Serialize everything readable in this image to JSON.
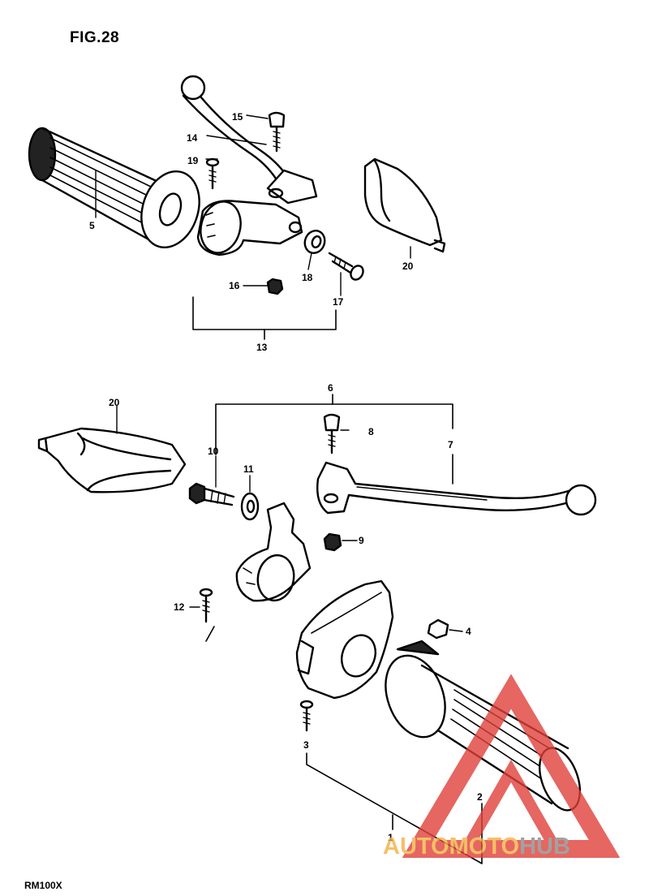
{
  "figure": {
    "title": "FIG.28",
    "model": "RM100X"
  },
  "callouts": {
    "c1": "1",
    "c2": "2",
    "c3": "3",
    "c4": "4",
    "c5": "5",
    "c6": "6",
    "c7": "7",
    "c8": "8",
    "c9": "9",
    "c10": "10",
    "c11": "11",
    "c12": "12",
    "c13": "13",
    "c14": "14",
    "c15": "15",
    "c16": "16",
    "c17": "17",
    "c18": "18",
    "c19": "19",
    "c20a": "20",
    "c20b": "20"
  },
  "watermark": {
    "part1": "AUTOMOTO",
    "part2": "HUB",
    "color1": "#f4b042",
    "color2": "#8a8a8a",
    "logo_color": "#e0403a"
  }
}
